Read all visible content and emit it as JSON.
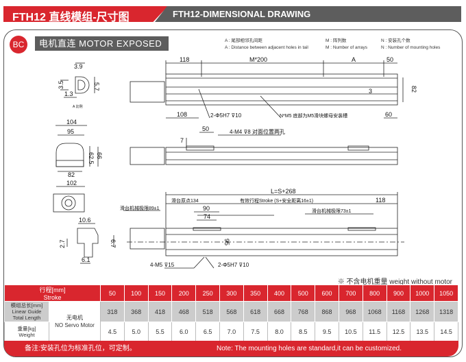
{
  "header": {
    "title_cn": "FTH12 直线模组-尺寸图",
    "title_en": "FTH12-DIMENSIONAL DRAWING"
  },
  "section": {
    "badge": "BC",
    "label": "电机直连   MOTOR EXPOSED"
  },
  "legend": [
    {
      "cn": "A : 尾部相邻孔间距",
      "en": "A : Distance between adjacent holes in tail"
    },
    {
      "cn": "M : 阵列数",
      "en": "M : Number of arrays"
    },
    {
      "cn": "N : 安装孔个数",
      "en": "N : Number of mounting holes"
    }
  ],
  "drawing": {
    "detail": {
      "d39": "3.9",
      "d35": "3.5",
      "d57": "5.7",
      "d13": "1.3",
      "label": "A 比例"
    },
    "end": {
      "d104": "104",
      "d95": "95",
      "d625": "62.5",
      "d66": "66",
      "d82": "82",
      "d102": "102"
    },
    "slot": {
      "d106": "10.6",
      "d27": "2.7",
      "d67": "6.7",
      "d61": "6.1"
    },
    "top": {
      "d118": "118",
      "m200": "M*200",
      "a": "A",
      "d50": "50",
      "d82": "82",
      "d3": "3",
      "d108": "108",
      "pin": "2-Φ5H7 ⊽10",
      "nm5": "N*M5  底部为M5滑块螺母安装槽",
      "d60": "60"
    },
    "side": {
      "d50": "50",
      "d7": "7",
      "m4": "4-M4 ⊽8 对面位置两孔"
    },
    "bottom": {
      "l": "L=S+268",
      "origin": "滑台原点134",
      "stroke": "有效行程Stroke (S+安全距离16±1)",
      "d118": "118",
      "lim89": "滑台机械极限89±1",
      "lim73": "滑台机械极限73±1",
      "d90": "90",
      "d74": "74",
      "d95": "95",
      "m5": "4-M5 ⊽15",
      "pin": "2-Φ5H7 ⊽10"
    }
  },
  "note": "※ 不含电机重量 weight without motor",
  "table": {
    "stroke_label": [
      "行程[mm]",
      "Stroke"
    ],
    "strokes": [
      "50",
      "100",
      "150",
      "200",
      "250",
      "300",
      "350",
      "400",
      "500",
      "600",
      "700",
      "800",
      "900",
      "1000",
      "1050"
    ],
    "length_label": [
      "模组总长[mm]",
      "Linear Guide",
      "Total Length"
    ],
    "motor_label": [
      "无电机",
      "NO Servo Motor"
    ],
    "lengths": [
      "318",
      "368",
      "418",
      "468",
      "518",
      "568",
      "618",
      "668",
      "768",
      "868",
      "968",
      "1068",
      "1168",
      "1268",
      "1318"
    ],
    "weight_label": [
      "重量[kg]",
      "Weight"
    ],
    "weights": [
      "4.5",
      "5.0",
      "5.5",
      "6.0",
      "6.5",
      "7.0",
      "7.5",
      "8.0",
      "8.5",
      "9.5",
      "10.5",
      "11.5",
      "12.5",
      "13.5",
      "14.5"
    ]
  },
  "footer": {
    "cn": "备注:安装孔位为标准孔位，可定制。",
    "en": "Note: The mounting holes are standard,it can be customized."
  }
}
